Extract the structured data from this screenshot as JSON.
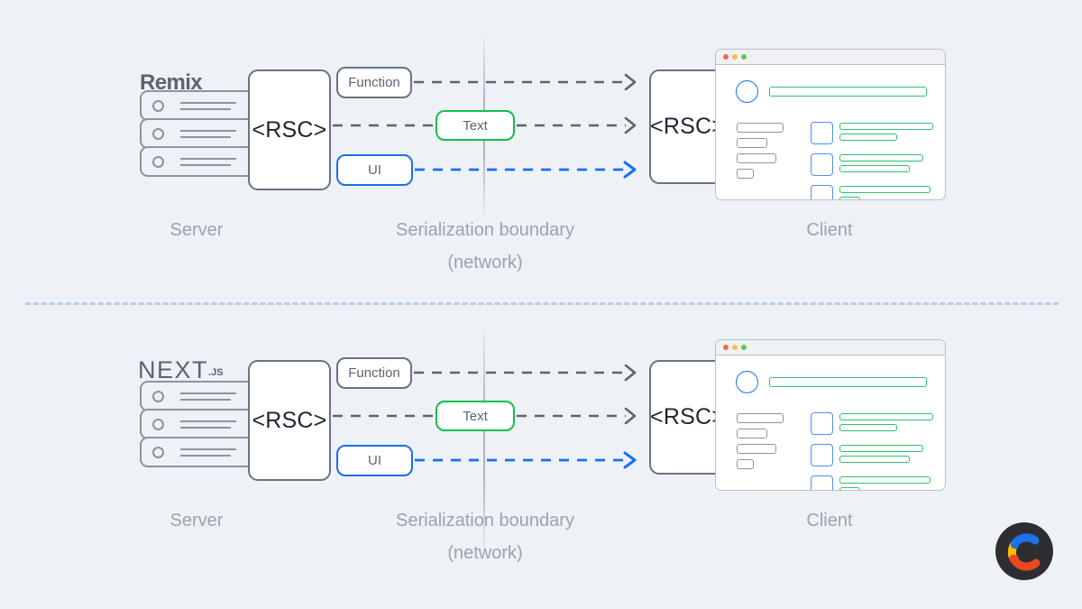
{
  "page": {
    "background_color": "#eef1f5",
    "divider_color": "#b6cdef"
  },
  "colors": {
    "gray_stroke": "#6b7280",
    "gray_soft": "#8b94a3",
    "green": "#13bf4f",
    "blue": "#1b6ef3",
    "caption_text": "#9aa3af",
    "wordmark_text": "#5a6473",
    "badge_background": "#2e2e32"
  },
  "sections": [
    {
      "id": "remix",
      "wordmark": "Remix",
      "wordmark_suffix": "",
      "server": {
        "rack_units": 3,
        "rsc_label": "<RSC>"
      },
      "payload_pills": [
        {
          "label": "Function",
          "accent": "gray",
          "arrow_color": "#5b6472"
        },
        {
          "label": "Text",
          "accent": "green",
          "arrow_color": "#5b6472"
        },
        {
          "label": "UI",
          "accent": "blue",
          "arrow_color": "#1b6ef3"
        }
      ],
      "client": {
        "rsc_label": "<RSC>",
        "browser": {
          "traffic_lights": [
            "red",
            "yellow",
            "green"
          ],
          "avatar": "avatar-circle",
          "headline_bar": "headline-placeholder",
          "nav_bars": 4,
          "content_rows": 3
        }
      },
      "captions": {
        "left": "Server",
        "center": "Serialization boundary",
        "center_second_line": "(network)",
        "right": "Client"
      }
    },
    {
      "id": "nextjs",
      "wordmark": "NEXT",
      "wordmark_suffix": ".JS",
      "server": {
        "rack_units": 3,
        "rsc_label": "<RSC>"
      },
      "payload_pills": [
        {
          "label": "Function",
          "accent": "gray",
          "arrow_color": "#5b6472"
        },
        {
          "label": "Text",
          "accent": "green",
          "arrow_color": "#5b6472"
        },
        {
          "label": "UI",
          "accent": "blue",
          "arrow_color": "#1b6ef3"
        }
      ],
      "client": {
        "rsc_label": "<RSC>",
        "browser": {
          "traffic_lights": [
            "red",
            "yellow",
            "green"
          ],
          "avatar": "avatar-circle",
          "headline_bar": "headline-placeholder",
          "nav_bars": 4,
          "content_rows": 3
        }
      },
      "captions": {
        "left": "Server",
        "center": "Serialization boundary",
        "center_second_line": "(network)",
        "right": "Client"
      }
    }
  ],
  "badge": {
    "name": "c-logo-badge",
    "letter": "C",
    "segment_colors": [
      "#1a73e8",
      "#fbbc04",
      "#e8491f"
    ]
  }
}
